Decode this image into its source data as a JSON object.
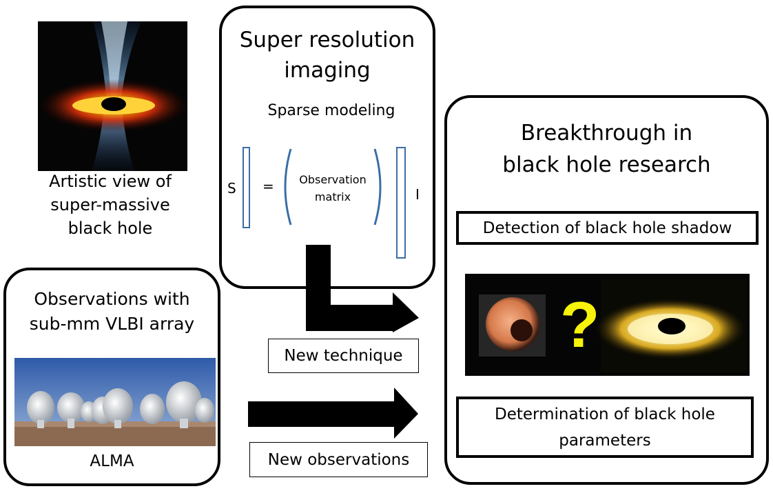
{
  "left_top": {
    "caption_lines": [
      "Artistic view of",
      "super-massive",
      "black hole"
    ]
  },
  "super_resolution": {
    "title_lines": [
      "Super resolution",
      "imaging"
    ],
    "subtitle": "Sparse modeling",
    "equation": {
      "lhs": "S",
      "eq": "=",
      "matrix_lines": [
        "Observation",
        "matrix"
      ],
      "rhs": "I"
    }
  },
  "observations": {
    "title_lines": [
      "Observations with",
      "sub-mm VLBI array"
    ],
    "caption": "ALMA"
  },
  "arrows": {
    "new_technique": "New technique",
    "new_observations": "New observations"
  },
  "breakthrough": {
    "title_lines": [
      "Breakthrough in",
      "black hole research"
    ],
    "shadow_label": "Detection of black hole shadow",
    "question_mark": "?",
    "parameters_lines": [
      "Determination of black hole",
      "parameters"
    ]
  }
}
